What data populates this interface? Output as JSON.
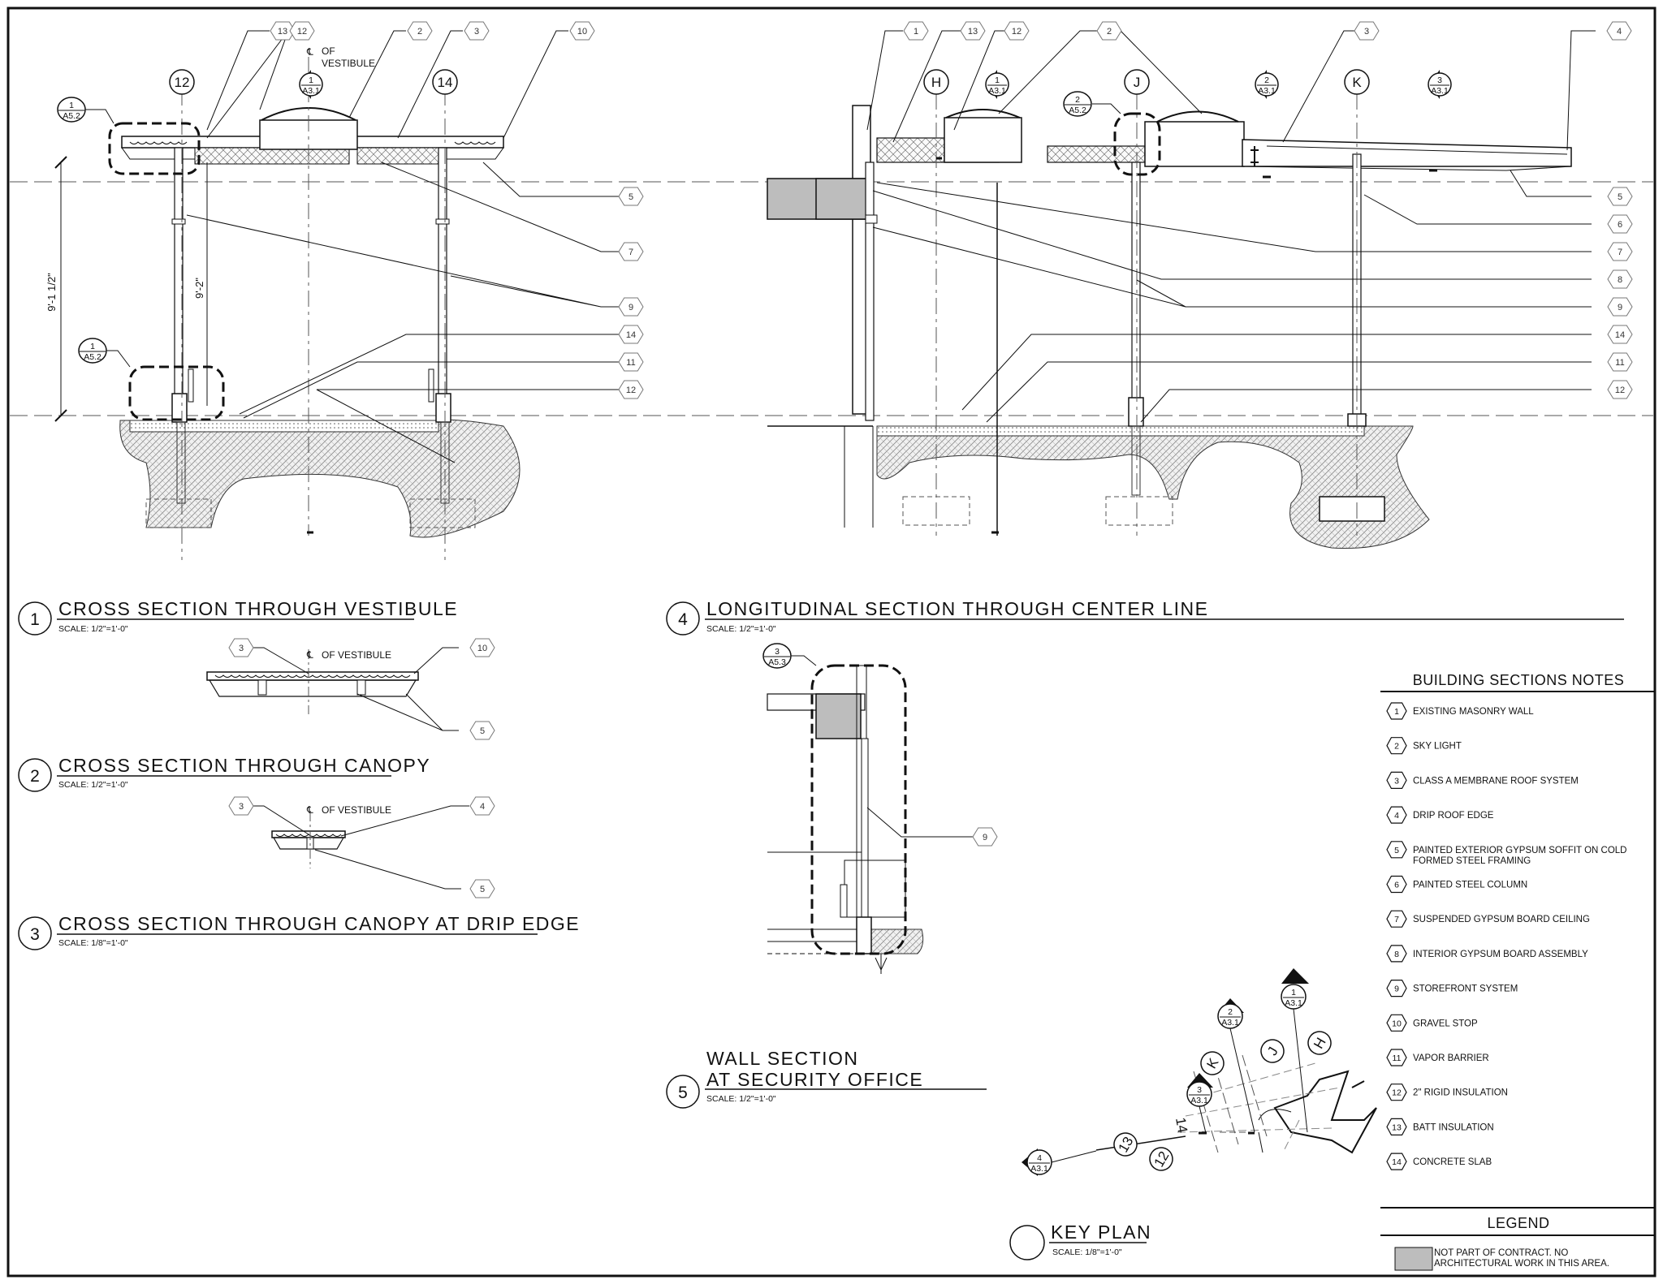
{
  "sheet": {
    "border_color": "#111111",
    "hatch_color": "#d8d8d8",
    "nic_fill": "#bdbdbd"
  },
  "sections": [
    {
      "number": "1",
      "title": "CROSS SECTION THROUGH VESTIBULE",
      "scale": "SCALE: 1/2\"=1'-0\""
    },
    {
      "number": "2",
      "title": "CROSS SECTION THROUGH CANOPY",
      "scale": "SCALE: 1/2\"=1'-0\""
    },
    {
      "number": "3",
      "title": "CROSS SECTION THROUGH CANOPY AT DRIP EDGE",
      "scale": "SCALE: 1/8\"=1'-0\""
    },
    {
      "number": "4",
      "title": "LONGITUDINAL SECTION THROUGH CENTER LINE",
      "scale": "SCALE: 1/2\"=1'-0\""
    },
    {
      "number": "5",
      "title_line1": "WALL SECTION",
      "title_line2": "AT SECURITY OFFICE",
      "scale": "SCALE: 1/2\"=1'-0\""
    },
    {
      "number": "",
      "title": "KEY PLAN",
      "scale": "SCALE: 1/8\"=1'-0\""
    }
  ],
  "grid_bubbles": {
    "s1": [
      "12",
      "14"
    ],
    "s4": [
      "H",
      "J",
      "K"
    ],
    "key_plan": [
      "K",
      "J",
      "H",
      "13",
      "12"
    ],
    "key_plan_line_label": "14"
  },
  "section_marks": [
    {
      "num": "1",
      "sheet": "A3.1"
    },
    {
      "num": "2",
      "sheet": "A3.1"
    },
    {
      "num": "3",
      "sheet": "A3.1"
    },
    {
      "num": "4",
      "sheet": "A3.1"
    }
  ],
  "detail_refs": [
    {
      "num": "1",
      "sheet": "A5.2"
    },
    {
      "num": "2",
      "sheet": "A5.2"
    },
    {
      "num": "3",
      "sheet": "A5.3"
    }
  ],
  "annotations": {
    "cl_vestibule_a": "OF",
    "cl_vestibule_b": "VESTIBULE",
    "cl_vestibule_inline": "OF VESTIBULE",
    "dim_overall": "9'-1 1/2\"",
    "dim_clear": "9'-2\""
  },
  "tags": {
    "s1_top": [
      "13",
      "12",
      "2",
      "3",
      "10"
    ],
    "s1_right": [
      "5",
      "7",
      "9",
      "14",
      "11",
      "12"
    ],
    "s4_top": [
      "1",
      "13",
      "12",
      "2",
      "3",
      "4"
    ],
    "s4_right": [
      "5",
      "6",
      "7",
      "8",
      "9",
      "14",
      "11",
      "12"
    ],
    "s2": [
      "3",
      "10",
      "5"
    ],
    "s3": [
      "3",
      "4",
      "5"
    ],
    "s5": [
      "9"
    ]
  },
  "notes": {
    "title": "BUILDING SECTIONS NOTES",
    "items": [
      {
        "num": "1",
        "text": "EXISTING MASONRY WALL"
      },
      {
        "num": "2",
        "text": "SKY LIGHT"
      },
      {
        "num": "3",
        "text": "CLASS A MEMBRANE ROOF SYSTEM"
      },
      {
        "num": "4",
        "text": "DRIP ROOF EDGE"
      },
      {
        "num": "5",
        "text": "PAINTED EXTERIOR GYPSUM SOFFIT ON COLD",
        "text2": "FORMED STEEL FRAMING"
      },
      {
        "num": "6",
        "text": "PAINTED STEEL COLUMN"
      },
      {
        "num": "7",
        "text": "SUSPENDED GYPSUM BOARD CEILING"
      },
      {
        "num": "8",
        "text": "INTERIOR GYPSUM BOARD ASSEMBLY"
      },
      {
        "num": "9",
        "text": "STOREFRONT SYSTEM"
      },
      {
        "num": "10",
        "text": "GRAVEL STOP"
      },
      {
        "num": "11",
        "text": "VAPOR BARRIER"
      },
      {
        "num": "12",
        "text": "2\" RIGID INSULATION"
      },
      {
        "num": "13",
        "text": "BATT INSULATION"
      },
      {
        "num": "14",
        "text": "CONCRETE SLAB"
      }
    ]
  },
  "legend": {
    "title": "LEGEND",
    "text1": "NOT PART OF CONTRACT. NO",
    "text2": "ARCHITECTURAL WORK IN THIS AREA."
  }
}
